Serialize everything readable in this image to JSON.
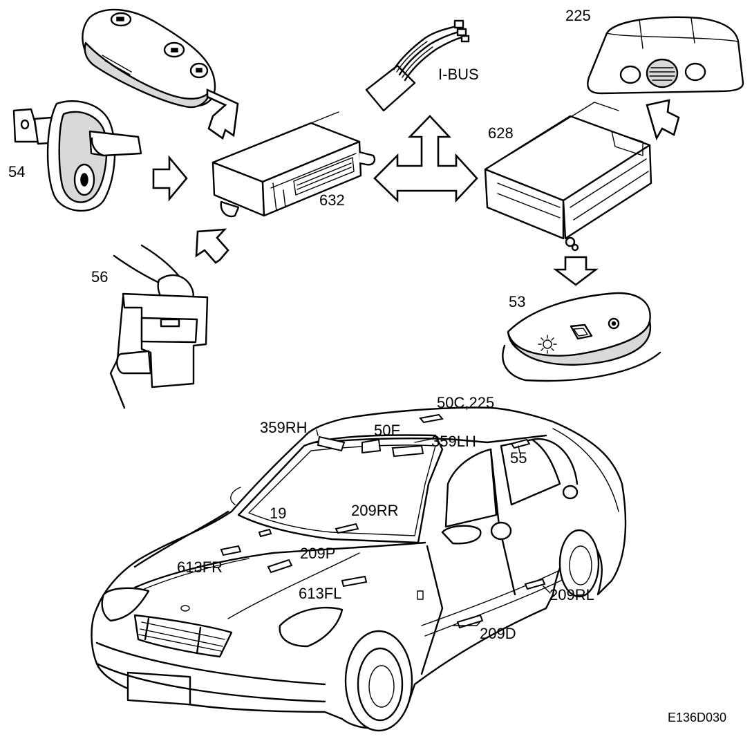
{
  "labels": {
    "c225": "225",
    "ibus": "I-BUS",
    "c628": "628",
    "c632": "632",
    "c54": "54",
    "c56": "56",
    "c53": "53",
    "c50c225": "50C,225",
    "c359rh": "359RH",
    "c50f": "50F",
    "c359lh": "359LH",
    "c55": "55",
    "c19": "19",
    "c209rr": "209RR",
    "c613fr": "613FR",
    "c209p": "209P",
    "c613fl": "613FL",
    "c209rl": "209RL",
    "c209d": "209D",
    "figure_id": "E136D030"
  },
  "icons": {
    "key_fob": "remote-key-fob-icon",
    "door_switch": "door-contact-switch-icon",
    "hood_switch": "hood-switch-icon",
    "central_module": "control-module-632-icon",
    "connector": "ibus-connector-icon",
    "roof_light": "roof-light-225-icon",
    "module_628": "control-module-628-icon",
    "switch_panel": "switch-panel-53-icon",
    "vehicle": "car-sedan-icon"
  },
  "colors": {
    "line": "#000000",
    "background": "#ffffff"
  }
}
